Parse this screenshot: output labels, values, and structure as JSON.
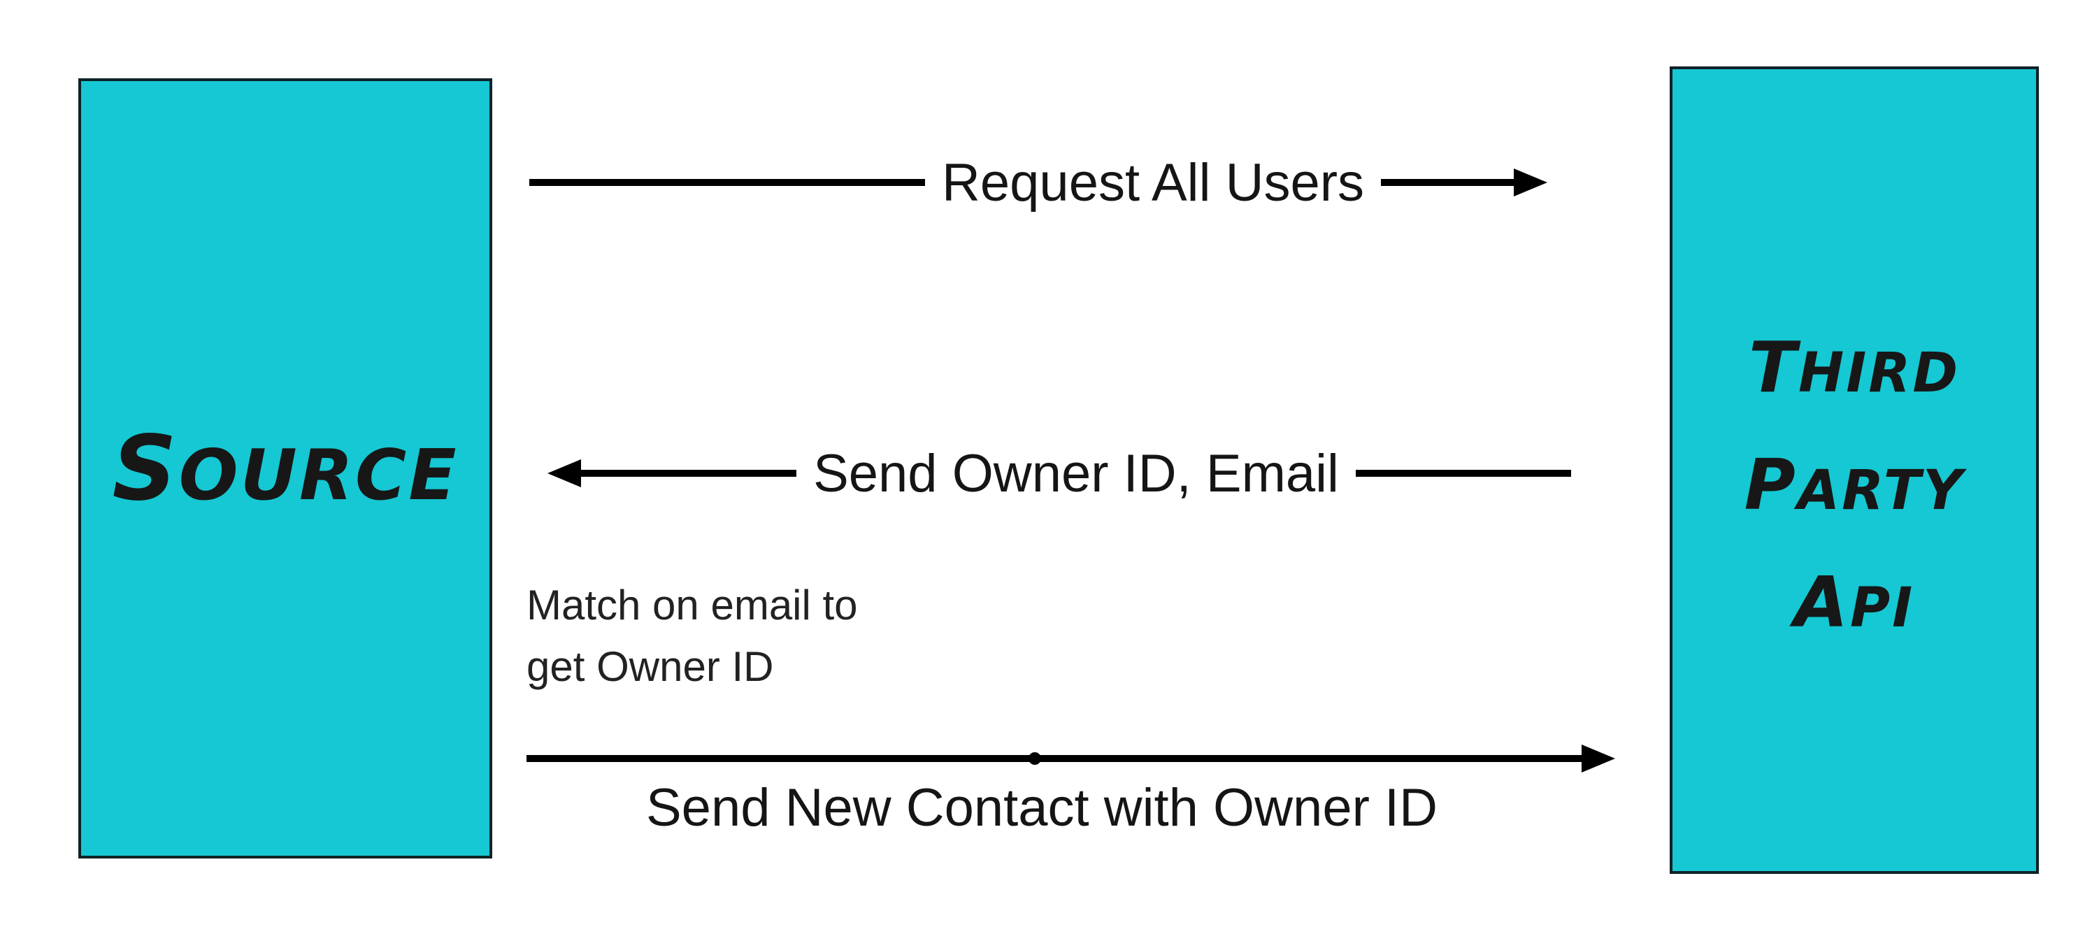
{
  "diagram": {
    "type": "sequence-diagram",
    "background": "#FFFFFF"
  },
  "colors": {
    "actor_fill": "#15C8D3",
    "actor_border": "#0E2227",
    "arrow": "#000000",
    "text": "#151515"
  },
  "actors": {
    "source": {
      "label": "SOURCE"
    },
    "third_party": {
      "lines": [
        "THIRD",
        "PARTY",
        "API"
      ]
    }
  },
  "messages": {
    "request_all_users": {
      "label": "Request All Users",
      "direction": "left-to-right"
    },
    "send_owner_id_email": {
      "label": "Send Owner ID, Email",
      "direction": "right-to-left"
    },
    "send_new_contact": {
      "label": "Send New Contact with Owner ID",
      "direction": "left-to-right",
      "midpoint_dot": true
    }
  },
  "note": {
    "lines": [
      "Match on email to",
      "get Owner ID"
    ]
  },
  "icons": {
    "arrowhead_right": "right-arrowhead",
    "arrowhead_left": "left-arrowhead",
    "midpoint_dot": "filled-circle"
  }
}
